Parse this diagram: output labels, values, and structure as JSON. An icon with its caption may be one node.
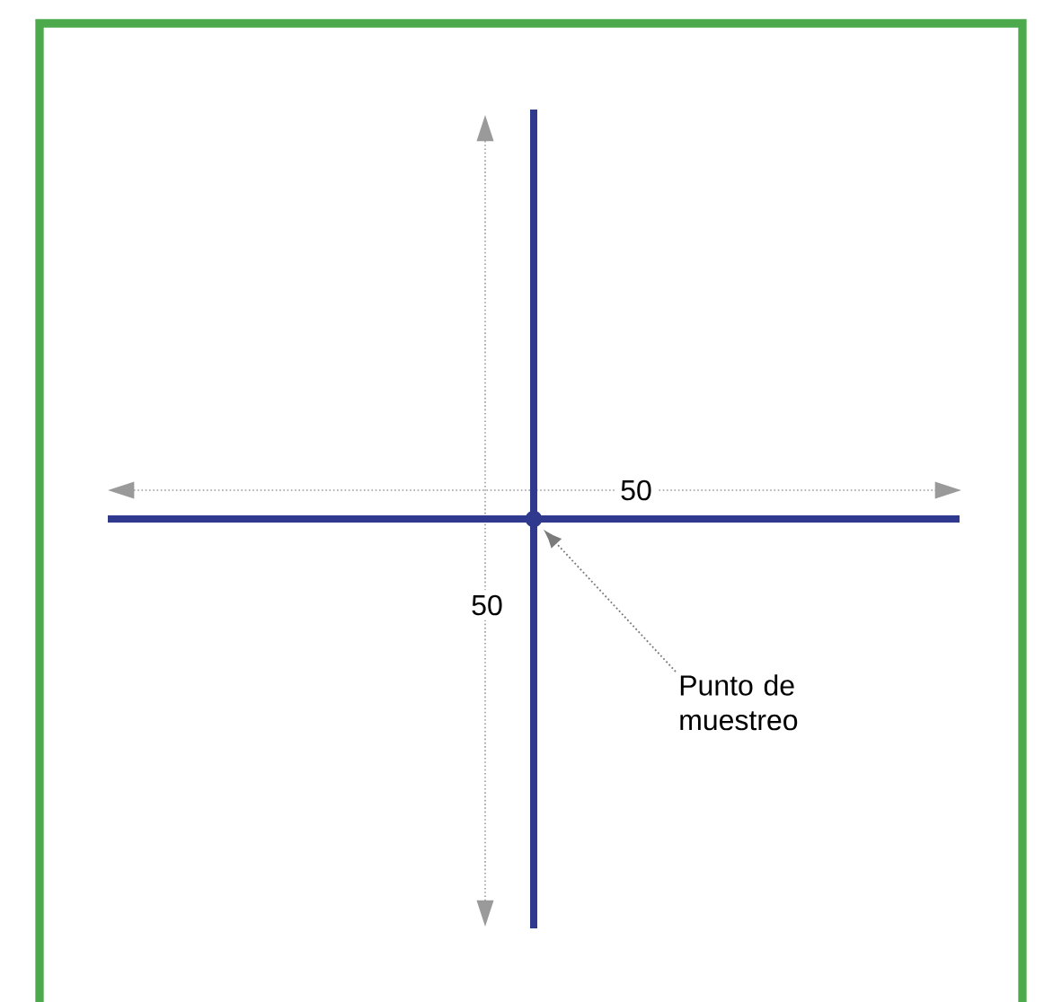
{
  "diagram": {
    "nodes": [
      {
        "text": [
          "Punto de muestreo"
        ]
      },
      {
        "text": [],
        "shape": "point"
      }
    ],
    "edges": [
      {
        "from": 0,
        "to": 1,
        "arrow": "to"
      }
    ],
    "labels": [
      "50",
      "50"
    ]
  }
}
